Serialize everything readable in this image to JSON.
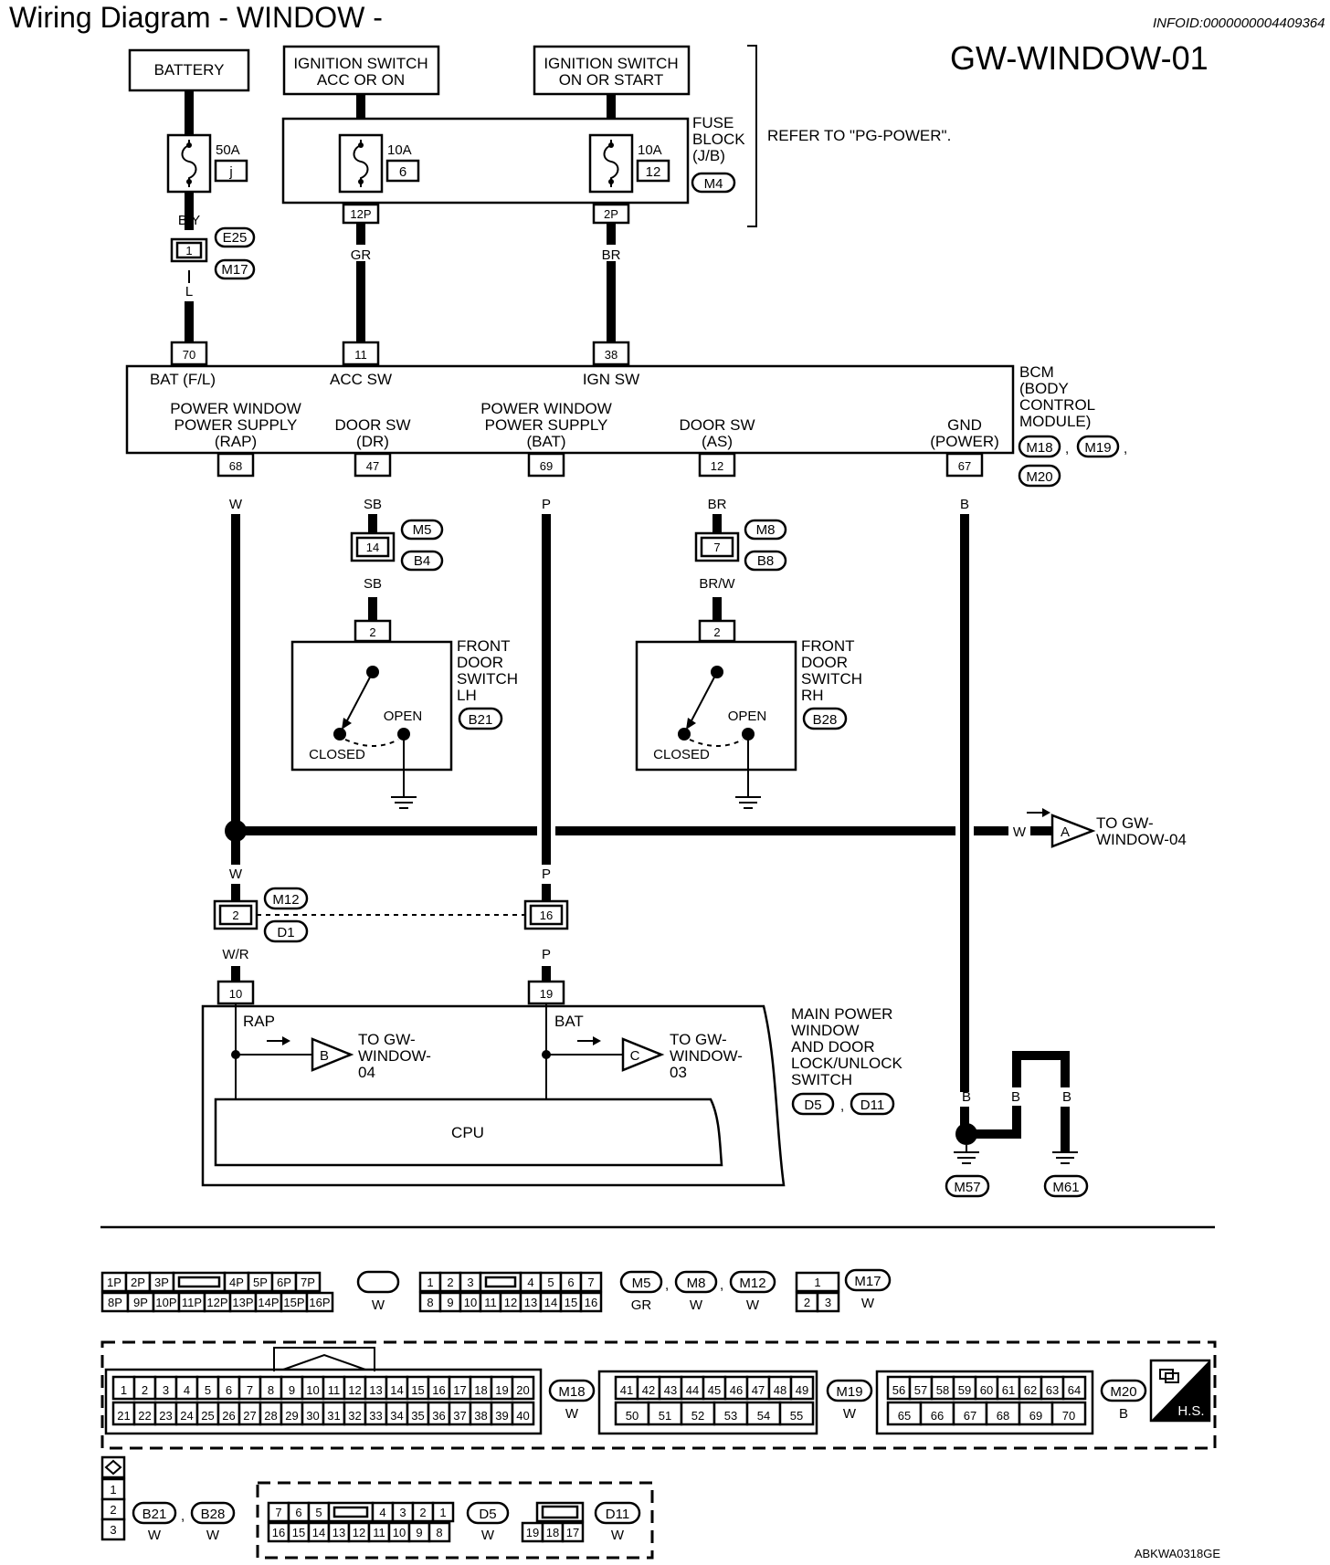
{
  "header": {
    "title": "Wiring Diagram - WINDOW -",
    "info_id": "INFOID:0000000004409364",
    "diagram_id": "GW-WINDOW-01"
  },
  "power_sources": {
    "battery": "BATTERY",
    "ign_acc_line1": "IGNITION SWITCH",
    "ign_acc_line2": "ACC OR ON",
    "ign_on_line1": "IGNITION SWITCH",
    "ign_on_line2": "ON OR START"
  },
  "fuses": {
    "f50_rating": "50A",
    "f50_no": "j",
    "f10a_rating": "10A",
    "f10a_no": "6",
    "f10b_rating": "10A",
    "f10b_no": "12",
    "fuse_block_l1": "FUSE",
    "fuse_block_l2": "BLOCK",
    "fuse_block_l3": "(J/B)",
    "fuse_block_conn": "M4",
    "refer": "REFER TO \"PG-POWER\".",
    "pin_12p": "12P",
    "pin_2p": "2P"
  },
  "wires": {
    "by": "B/Y",
    "l": "L",
    "gr": "GR",
    "br": "BR",
    "w": "W",
    "sb": "SB",
    "p": "P",
    "b": "B",
    "brw": "BR/W",
    "wr": "W/R"
  },
  "connectors": {
    "e25": "E25",
    "m17": "M17",
    "m5": "M5",
    "b4": "B4",
    "m8": "M8",
    "b8": "B8",
    "m12": "M12",
    "d1": "D1",
    "b21": "B21",
    "b28": "B28",
    "d5": "D5",
    "d11": "D11",
    "m57": "M57",
    "m61": "M61",
    "m18": "M18",
    "m19": "M19",
    "m20": "M20",
    "pin_1": "1",
    "pin_14": "14",
    "pin_7": "7",
    "pin_2_m12": "2",
    "pin_16": "16",
    "pin_2_lh": "2",
    "pin_2_rh": "2",
    "pin_10": "10",
    "pin_19": "19"
  },
  "bcm": {
    "pin_70": "70",
    "pin_11": "11",
    "pin_38": "38",
    "bat_fl": "BAT (F/L)",
    "acc_sw": "ACC SW",
    "ign_sw": "IGN SW",
    "pws_rap_1": "POWER WINDOW",
    "pws_rap_2": "POWER SUPPLY",
    "pws_rap_3": "(RAP)",
    "door_dr_1": "DOOR SW",
    "door_dr_2": "(DR)",
    "pws_bat_1": "POWER WINDOW",
    "pws_bat_2": "POWER SUPPLY",
    "pws_bat_3": "(BAT)",
    "door_as_1": "DOOR SW",
    "door_as_2": "(AS)",
    "gnd_1": "GND",
    "gnd_2": "(POWER)",
    "pin_68": "68",
    "pin_47": "47",
    "pin_69": "69",
    "pin_12": "12",
    "pin_67": "67",
    "name_1": "BCM",
    "name_2": "(BODY",
    "name_3": "CONTROL",
    "name_4": "MODULE)"
  },
  "door_switches": {
    "lh_1": "FRONT",
    "lh_2": "DOOR",
    "lh_3": "SWITCH",
    "lh_4": "LH",
    "rh_1": "FRONT",
    "rh_2": "DOOR",
    "rh_3": "SWITCH",
    "rh_4": "RH",
    "open": "OPEN",
    "closed": "CLOSED"
  },
  "links": {
    "a_letter": "A",
    "a_to_1": "TO GW-",
    "a_to_2": "WINDOW-04",
    "b_letter": "B",
    "b_to_1": "TO GW-",
    "b_to_2": "WINDOW-",
    "b_to_3": "04",
    "c_letter": "C",
    "c_to_1": "TO GW-",
    "c_to_2": "WINDOW-",
    "c_to_3": "03"
  },
  "main_switch": {
    "rap": "RAP",
    "bat": "BAT",
    "cpu": "CPU",
    "name_1": "MAIN POWER",
    "name_2": "WINDOW",
    "name_3": "AND DOOR",
    "name_4": "LOCK/UNLOCK",
    "name_5": "SWITCH"
  },
  "connector_views": {
    "m4_top": [
      "1P",
      "2P",
      "3P",
      "",
      "4P",
      "5P",
      "6P",
      "7P"
    ],
    "m4_bot": [
      "8P",
      "9P",
      "10P",
      "11P",
      "12P",
      "13P",
      "14P",
      "15P",
      "16P"
    ],
    "m5_top": [
      "1",
      "2",
      "3",
      "",
      "4",
      "5",
      "6",
      "7"
    ],
    "m5_bot": [
      "8",
      "9",
      "10",
      "11",
      "12",
      "13",
      "14",
      "15",
      "16"
    ],
    "m17_top": [
      "1"
    ],
    "m17_bot": [
      "2",
      "3"
    ],
    "m18_top": [
      "1",
      "2",
      "3",
      "4",
      "5",
      "6",
      "7",
      "8",
      "9",
      "10",
      "11",
      "12",
      "13",
      "14",
      "15",
      "16",
      "17",
      "18",
      "19",
      "20"
    ],
    "m18_bot": [
      "21",
      "22",
      "23",
      "24",
      "25",
      "26",
      "27",
      "28",
      "29",
      "30",
      "31",
      "32",
      "33",
      "34",
      "35",
      "36",
      "37",
      "38",
      "39",
      "40"
    ],
    "m19_top": [
      "41",
      "42",
      "43",
      "44",
      "45",
      "46",
      "47",
      "48",
      "49"
    ],
    "m19_bot": [
      "50",
      "51",
      "52",
      "53",
      "54",
      "55"
    ],
    "m20_top": [
      "56",
      "57",
      "58",
      "59",
      "60",
      "61",
      "62",
      "63",
      "64"
    ],
    "m20_bot": [
      "65",
      "66",
      "67",
      "68",
      "69",
      "70"
    ],
    "b21_pins": [
      "1",
      "2",
      "3"
    ],
    "d5_top": [
      "7",
      "6",
      "5",
      "",
      "4",
      "3",
      "2",
      "1"
    ],
    "d5_bot": [
      "16",
      "15",
      "14",
      "13",
      "12",
      "11",
      "10",
      "9",
      "8"
    ],
    "d11_bot": [
      "19",
      "18",
      "17"
    ],
    "col_m4": "W",
    "col_m5": "GR",
    "col_m8": "W",
    "col_m12": "W",
    "col_m17": "W",
    "col_m18": "W",
    "col_m19": "W",
    "col_m20": "B",
    "col_b21": "W",
    "col_b28": "W",
    "col_d5": "W",
    "col_d11": "W",
    "sep": ",",
    "hs": "H.S."
  },
  "footer": {
    "code": "ABKWA0318GE"
  }
}
